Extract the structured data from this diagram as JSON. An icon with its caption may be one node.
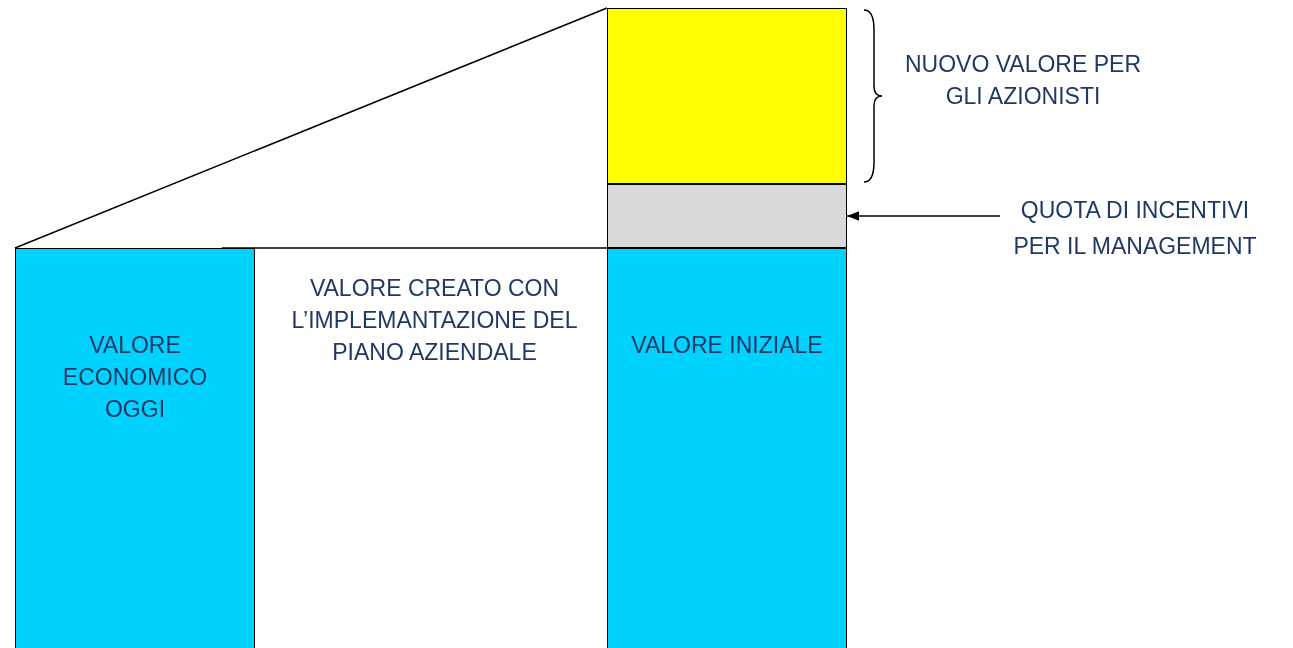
{
  "diagram": {
    "nodes": [
      {
        "text": [],
        "shape": "box"
      },
      {
        "text": [],
        "shape": "box"
      },
      {
        "text": [
          "QUOTA DI INCENTIVI PER IL MANAGEMENT"
        ]
      },
      {
        "text": [
          "VALORE ECONOMICO OGGI"
        ]
      },
      {
        "text": [
          "VALORE INIZIALE"
        ]
      }
    ],
    "edges": [
      {
        "from": 2,
        "to": 1,
        "arrow": "to"
      }
    ],
    "labels": [
      "NUOVO VALORE PER GLI AZIONISTI",
      "VALORE CREATO CON L’IMPLEMANTAZIONE DEL PIANO AZIENDALE"
    ]
  }
}
